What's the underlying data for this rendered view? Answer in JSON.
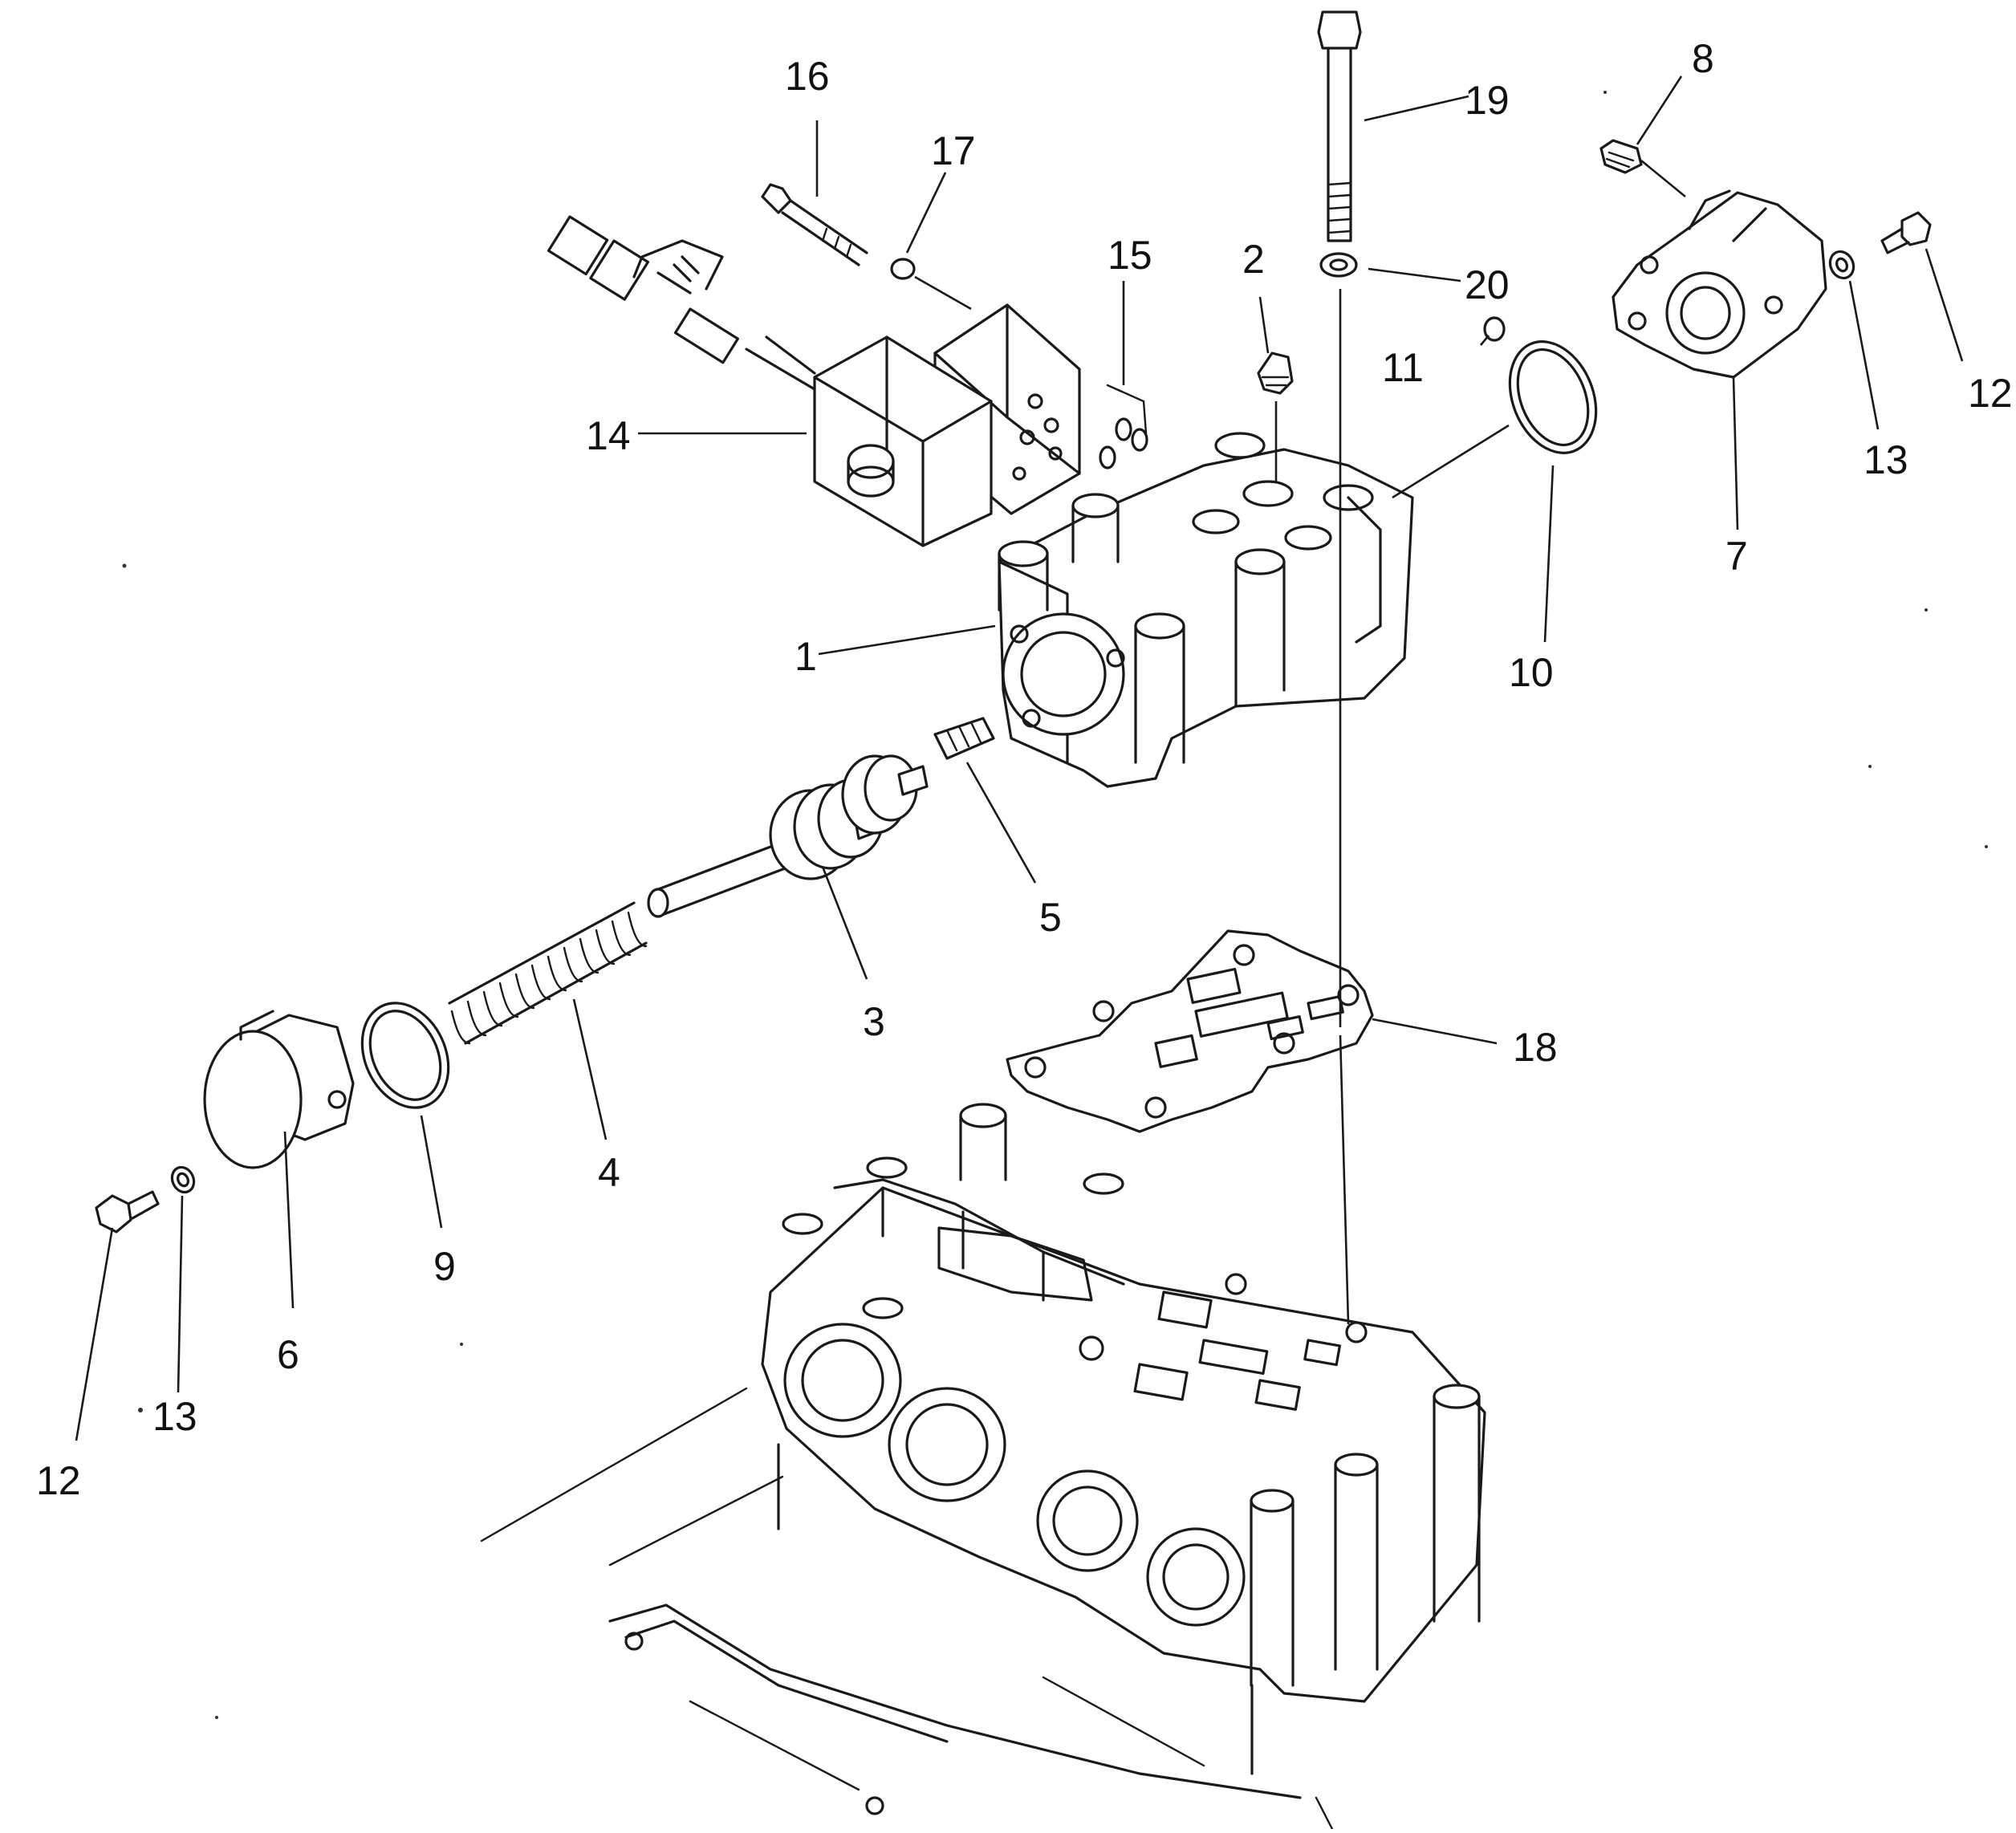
{
  "diagram": {
    "callouts": [
      {
        "id": "c1",
        "text": "1"
      },
      {
        "id": "c2",
        "text": "2"
      },
      {
        "id": "c3",
        "text": "3"
      },
      {
        "id": "c4",
        "text": "4"
      },
      {
        "id": "c5",
        "text": "5"
      },
      {
        "id": "c6",
        "text": "6"
      },
      {
        "id": "c7",
        "text": "7"
      },
      {
        "id": "c8",
        "text": "8"
      },
      {
        "id": "c9",
        "text": "9"
      },
      {
        "id": "c10",
        "text": "10"
      },
      {
        "id": "c11",
        "text": "11"
      },
      {
        "id": "c12a",
        "text": "12"
      },
      {
        "id": "c12b",
        "text": "12"
      },
      {
        "id": "c13a",
        "text": "13"
      },
      {
        "id": "c13b",
        "text": "13"
      },
      {
        "id": "c14",
        "text": "14"
      },
      {
        "id": "c15",
        "text": "15"
      },
      {
        "id": "c16",
        "text": "16"
      },
      {
        "id": "c17",
        "text": "17"
      },
      {
        "id": "c18",
        "text": "18"
      },
      {
        "id": "c19",
        "text": "19"
      },
      {
        "id": "c20",
        "text": "20"
      }
    ]
  }
}
